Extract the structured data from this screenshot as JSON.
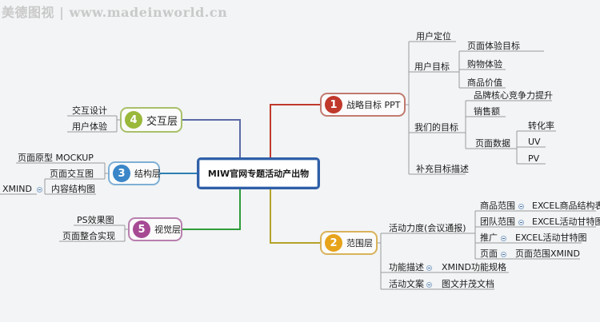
{
  "watermark": "美德图视 | www.madeinworld.cn",
  "center": "MIW官网专题活动产出物",
  "topics": {
    "t1": {
      "number": "1",
      "label": "战略目标 PPT",
      "color": "#c0392b"
    },
    "t2": {
      "number": "2",
      "label": "范围层",
      "color": "#e7a31a"
    },
    "t3": {
      "number": "3",
      "label": "结构层",
      "color": "#3a86c8"
    },
    "t4": {
      "number": "4",
      "label": "交互层",
      "color": "#9ab83a"
    },
    "t5": {
      "number": "5",
      "label": "视觉层",
      "color": "#a64a94"
    }
  },
  "strategy": {
    "user_position": "用户定位",
    "user_goal": "用户目标",
    "user_goal_items": [
      "页面体验目标",
      "购物体验",
      "商品价值"
    ],
    "our_goal": "我们的目标",
    "brand": "品牌核心竞争力提升",
    "sales": "销售额",
    "page_data": "页面数据",
    "page_data_items": [
      "转化率",
      "UV",
      "PV"
    ],
    "extra_goal": "补充目标描述"
  },
  "scope": {
    "activity": "活动力度(会议通报)",
    "rows": [
      {
        "label": "商品范围",
        "doc": "EXCEL商品结构表"
      },
      {
        "label": "团队范围",
        "doc": "EXCEL活动甘特图"
      },
      {
        "label": "推广",
        "doc": "EXCEL活动甘特图"
      },
      {
        "label": "页面",
        "doc": "页面范围XMIND"
      }
    ],
    "func_desc": "功能描述",
    "func_doc": "XMIND功能规格",
    "copy": "活动文案",
    "copy_doc": "图文并茂文档"
  },
  "interaction": {
    "items": [
      "交互设计",
      "用户体验"
    ]
  },
  "structure": {
    "prototype": "页面原型 MOCKUP",
    "page_interaction": "页面交互图",
    "content_structure": "内容结构图",
    "xmind": "XMIND"
  },
  "visual": {
    "items": [
      "PS效果图",
      "页面整合实现"
    ]
  }
}
